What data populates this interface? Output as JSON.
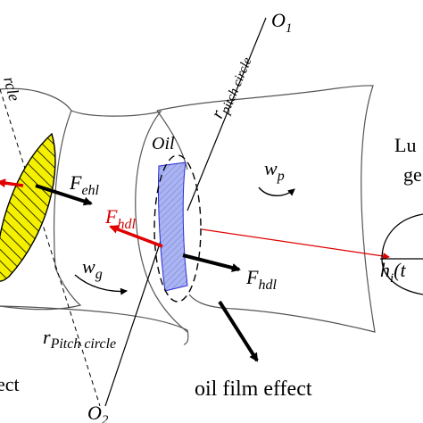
{
  "labels": {
    "o1": "O",
    "o1_sub": "1",
    "o2": "O",
    "o2_sub": "2",
    "r_pitch_upper": "r",
    "r_pitch_upper_sub": "pitch circle",
    "r_pitch_lower": "r",
    "r_pitch_lower_sub": "Pitch circle",
    "oil": "Oil",
    "f_ehl": "F",
    "f_ehl_sub": "ehl",
    "f_hdl_red": "F",
    "f_hdl_red_sub": "hdl",
    "f_hdl_black": "F",
    "f_hdl_black_sub": "hdl",
    "w_p": "w",
    "w_p_sub": "p",
    "w_g": "w",
    "w_g_sub": "g",
    "oil_film_effect": "oil film effect",
    "right_top_1": "Lu",
    "right_top_2": "ge",
    "h_i": "h",
    "h_i_sub": "i",
    "h_i_paren": "(t",
    "left_bottom": "ect",
    "left_rotated": "rcle"
  },
  "colors": {
    "hatch_fill": "#f4f000",
    "oil_fill": "#aab4f0",
    "oil_stroke": "#2a2ad0",
    "red_arrow": "#e00000",
    "outline": "#555555"
  }
}
